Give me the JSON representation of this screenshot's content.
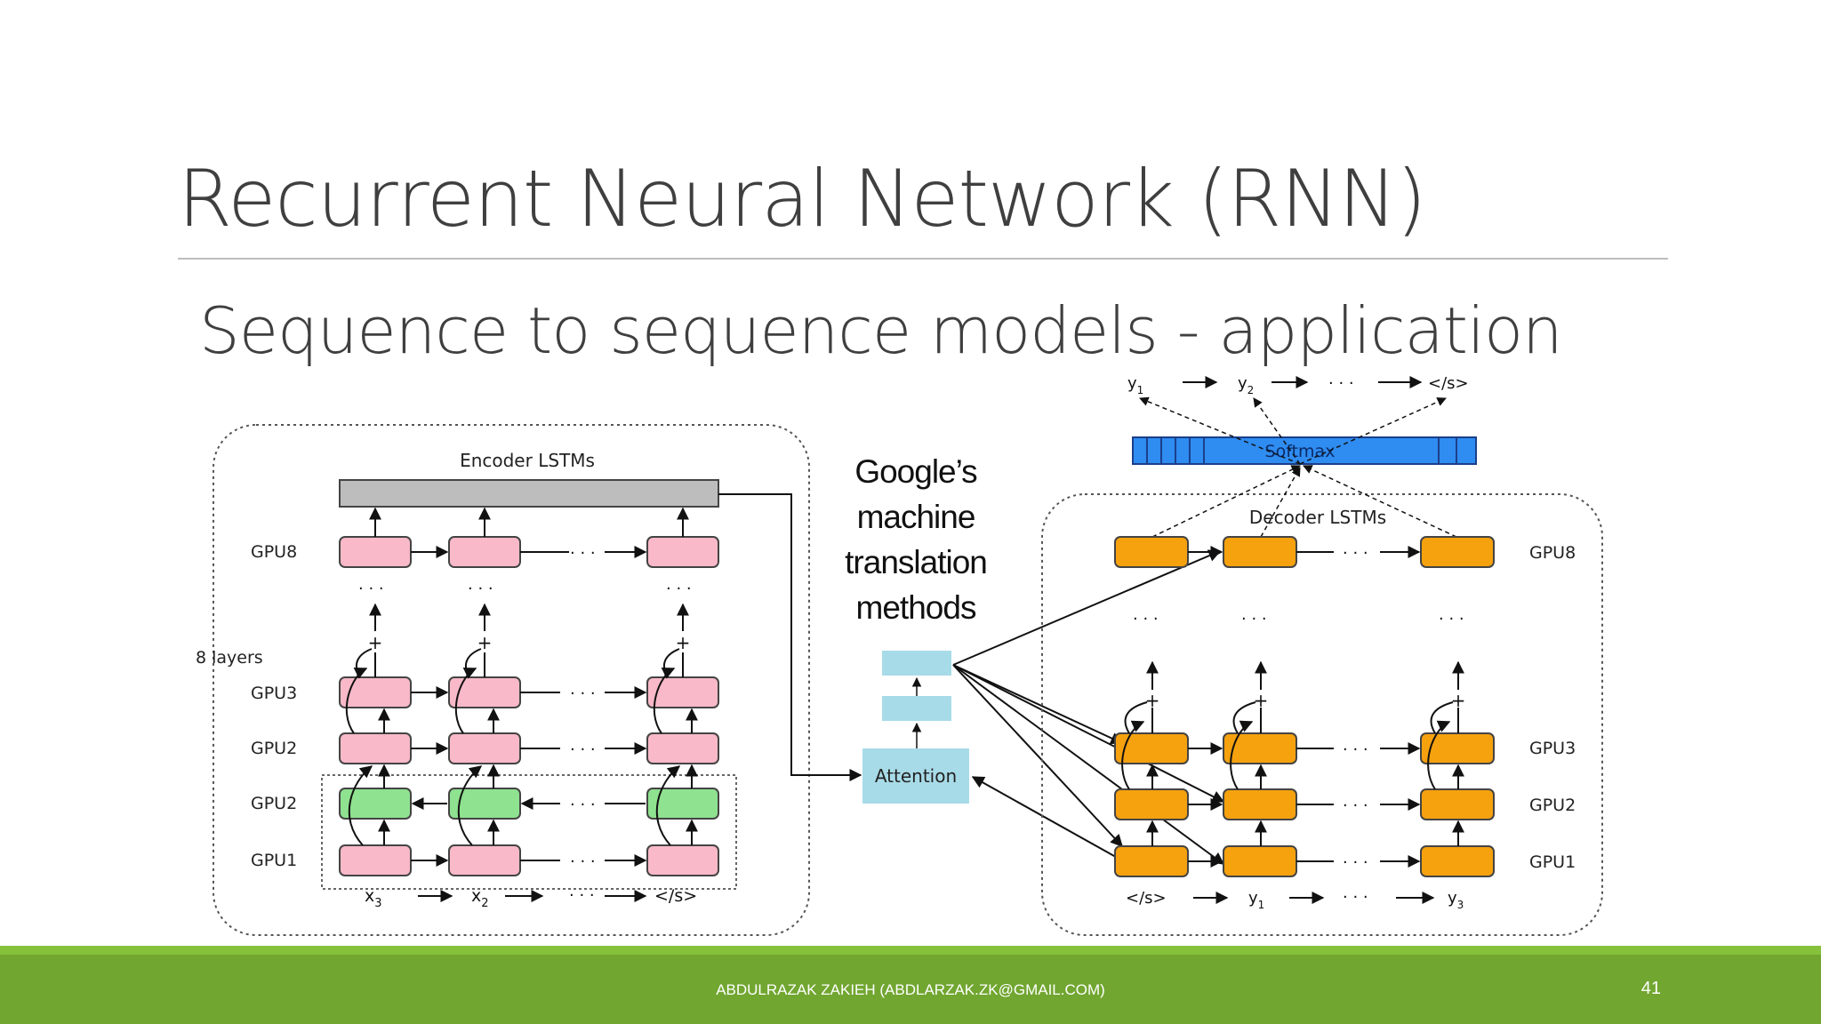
{
  "slide": {
    "title": "Recurrent Neural Network (RNN)",
    "subtitle": "Sequence to sequence models - application",
    "caption": [
      "Google’s",
      "machine",
      "translation",
      "methods"
    ]
  },
  "diagram": {
    "encoder_title": "Encoder LSTMs",
    "decoder_title": "Decoder LSTMs",
    "layers_label": "8 layers",
    "softmax_label": "Softmax",
    "attention_label": "Attention",
    "plus": "+",
    "ellipsis": "· · ·",
    "encoder_gpus": [
      "GPU8",
      "GPU3",
      "GPU2",
      "GPU2",
      "GPU1"
    ],
    "decoder_gpus": [
      "GPU8",
      "GPU3",
      "GPU2",
      "GPU1"
    ],
    "encoder_inputs": {
      "x3": "x",
      "x3_sub": "3",
      "x2": "x",
      "x2_sub": "2",
      "eos": "</s>"
    },
    "decoder_inputs": {
      "eos": "</s>",
      "y1": "y",
      "y1_sub": "1",
      "y3": "y",
      "y3_sub": "3"
    },
    "outputs": {
      "y1": "y",
      "y1_sub": "1",
      "y2": "y",
      "y2_sub": "2",
      "eos": "</s>"
    }
  },
  "colors": {
    "encoder_cell": "#f9b9c8",
    "bidir_cell": "#8fe28f",
    "decoder_cell": "#f6a10e",
    "attention": "#a8dbe8",
    "softmax": "#2f8cf0",
    "footer": "#71a630"
  },
  "footer": {
    "author": "ABDULRAZAK ZAKIEH (ABDLARZAK.ZK@GMAIL.COM)",
    "page_number": "41"
  }
}
